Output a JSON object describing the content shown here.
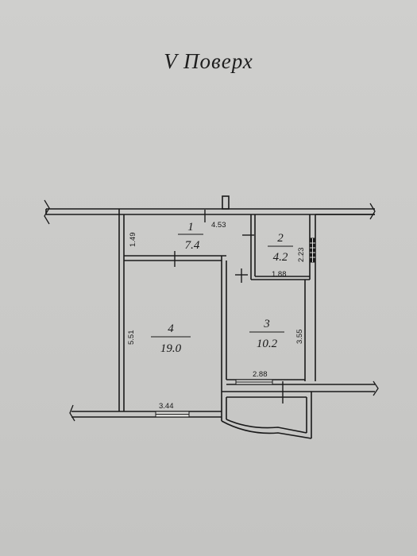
{
  "title": "V  Поверх",
  "rooms": [
    {
      "number": "1",
      "area": "7.4"
    },
    {
      "number": "2",
      "area": "4.2"
    },
    {
      "number": "3",
      "area": "10.2"
    },
    {
      "number": "4",
      "area": "19.0"
    }
  ],
  "dimensions": {
    "corridor_width": "4.53",
    "corridor_depth": "1.49",
    "bath_depth": "2.23",
    "bath_width": "1.88",
    "kitchen_depth": "3.55",
    "kitchen_width": "2.88",
    "living_depth": "5.51",
    "living_width": "3.44"
  }
}
